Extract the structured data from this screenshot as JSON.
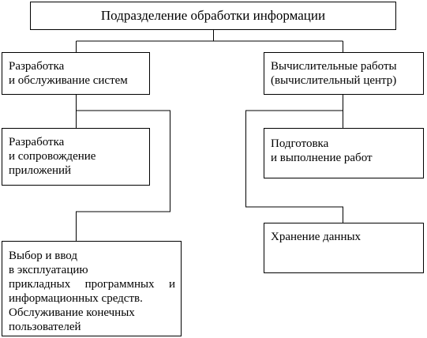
{
  "diagram": {
    "root": {
      "lines": [
        "Подразделение обработки информации"
      ]
    },
    "dev_systems": {
      "lines": [
        "Разработка",
        "и обслуживание систем"
      ]
    },
    "computing": {
      "lines": [
        "Вычислительные работы",
        "(вычислительный центр)"
      ]
    },
    "app_dev": {
      "lines": [
        "Разработка",
        "и сопровождение",
        "приложений"
      ]
    },
    "job_prep": {
      "lines": [
        "Подготовка",
        "и выполнение работ"
      ]
    },
    "data_storage": {
      "lines": [
        "Хранение данных"
      ]
    },
    "software_selection": {
      "lines": [
        "Выбор и ввод",
        "в эксплуатацию",
        "прикладных программных и",
        "информационных средств.",
        "Обслуживание конечных",
        "пользователей"
      ]
    }
  }
}
